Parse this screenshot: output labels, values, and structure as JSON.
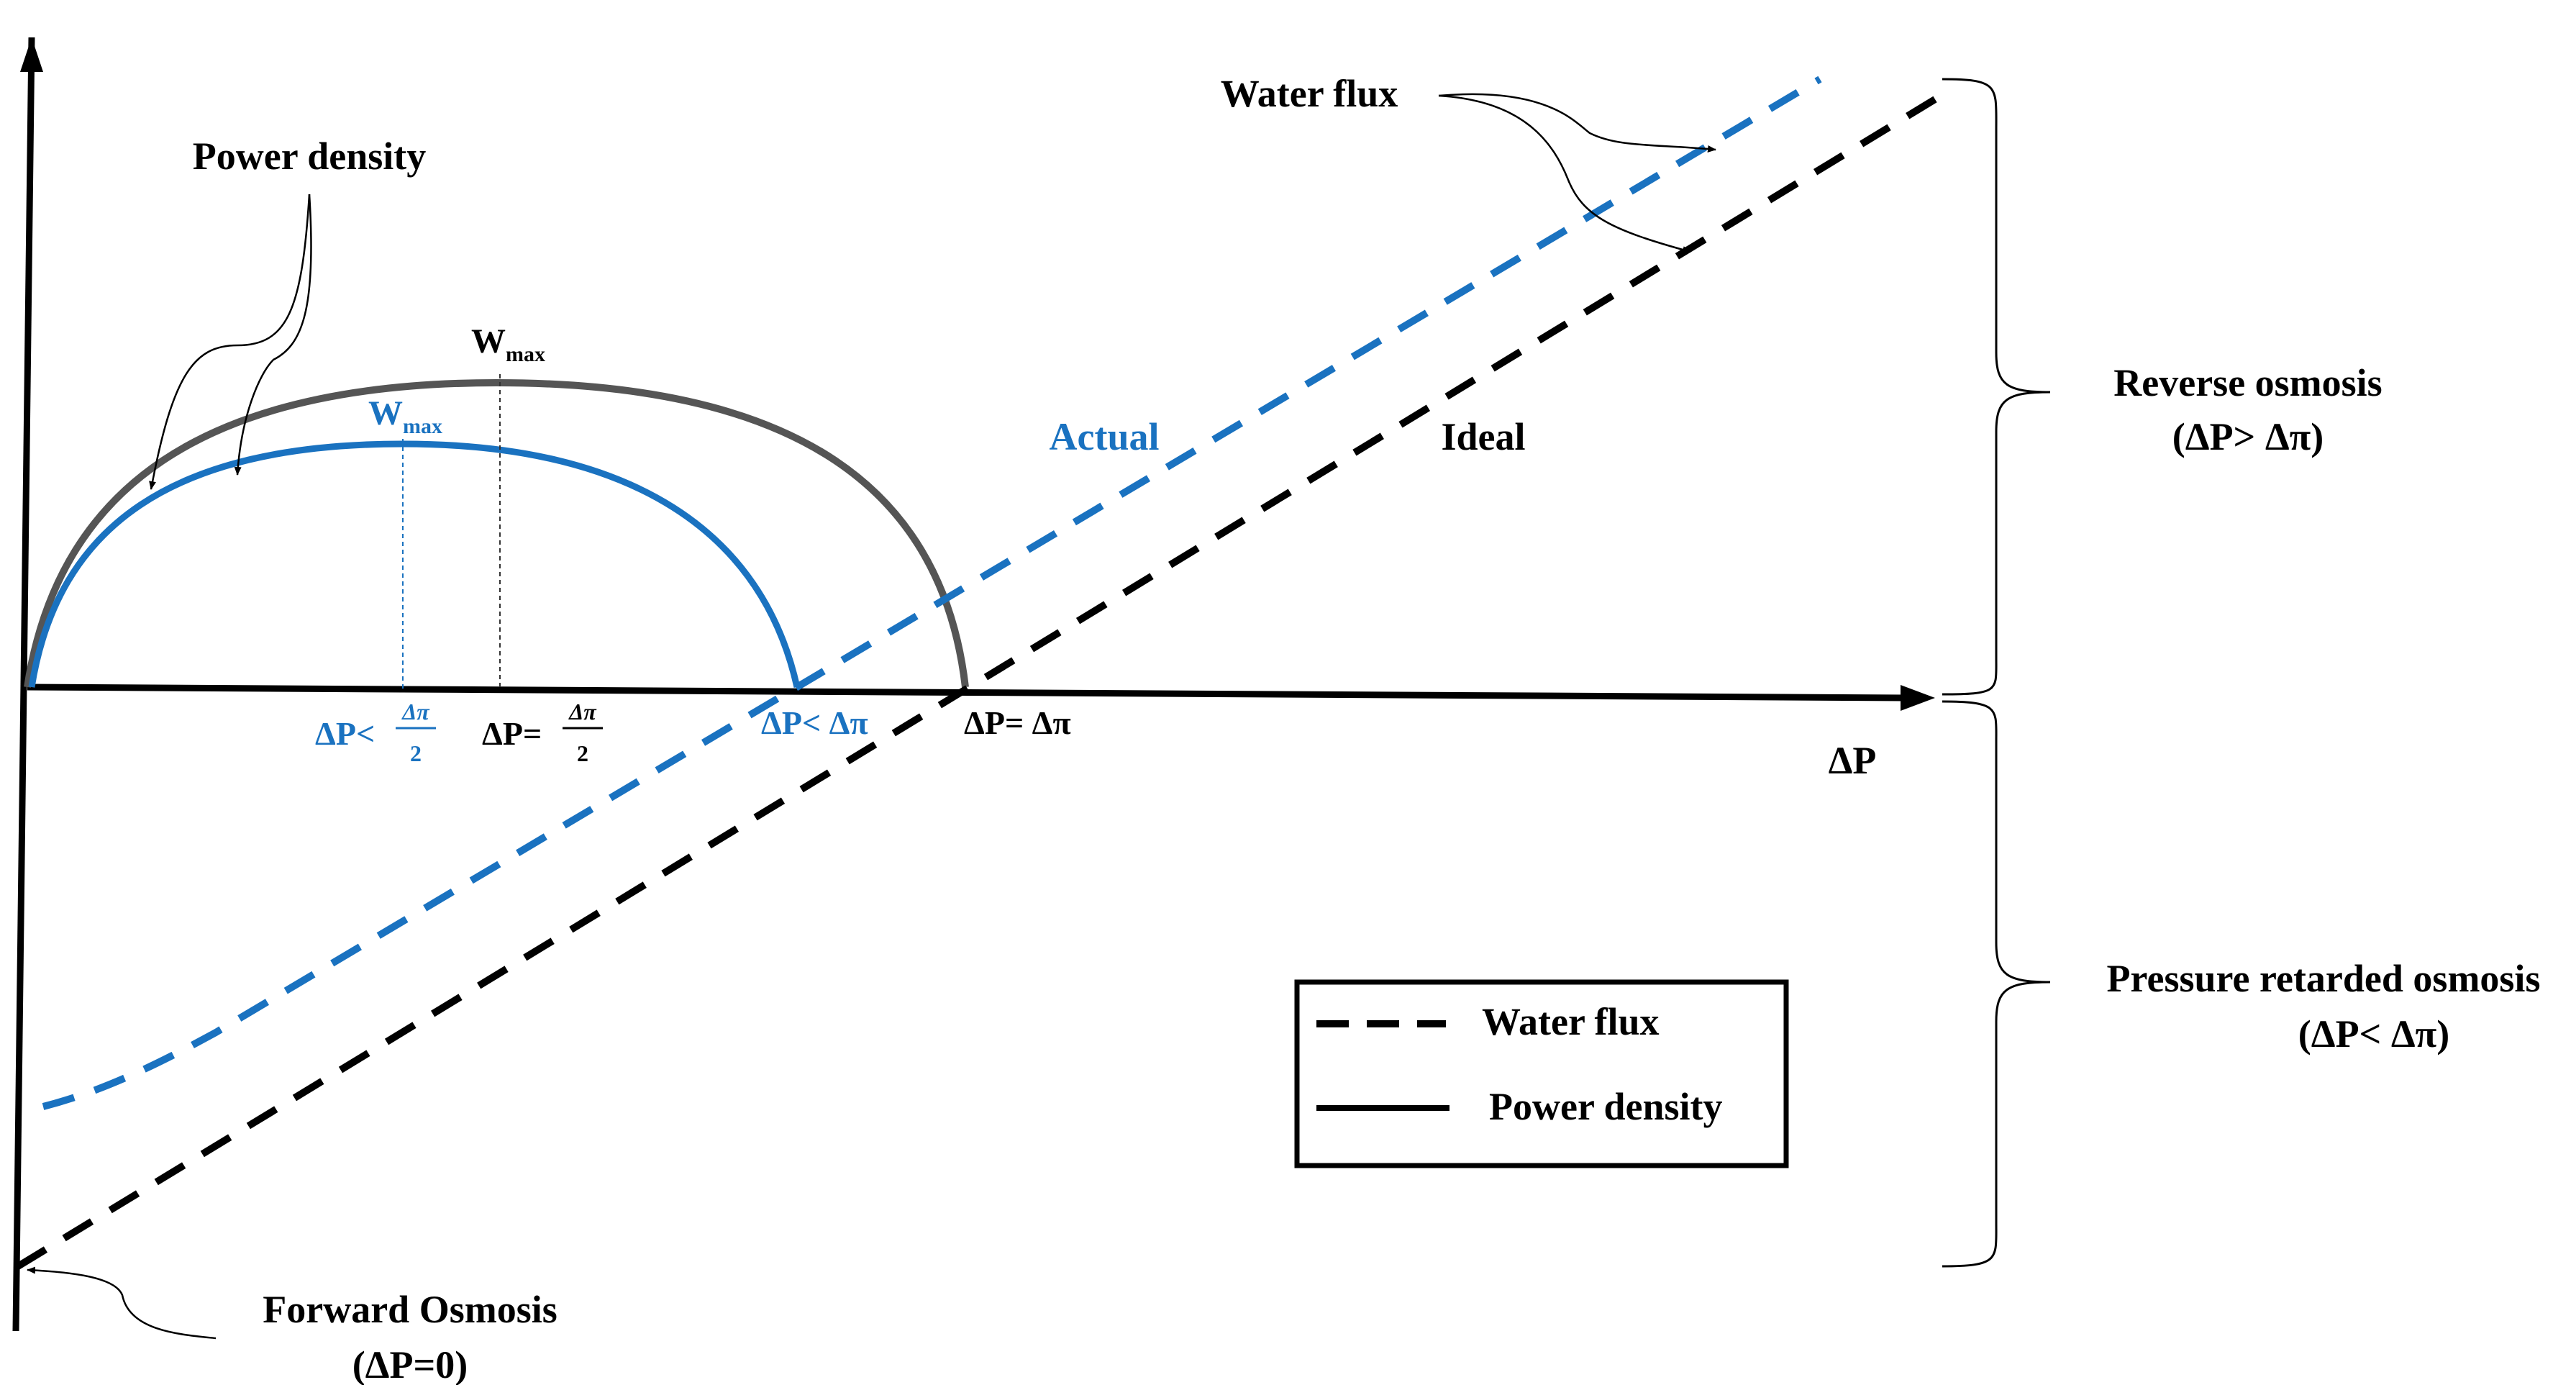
{
  "labels": {
    "water_flux": "Water flux",
    "power_density": "Power density",
    "wmax_ideal": "W",
    "wmax_actual": "W",
    "max_sub": "max",
    "actual": "Actual",
    "ideal": "Ideal",
    "reverse_osmosis": "Reverse osmosis",
    "reverse_osmosis_cond": "(ΔP> Δπ)",
    "pressure_retarded": "Pressure retarded osmosis",
    "pressure_retarded_cond": "(ΔP< Δπ)",
    "forward_osmosis": "Forward Osmosis",
    "forward_osmosis_cond": "(ΔP=0)",
    "axis_x": "ΔP",
    "tick_actual_half_prefix": "ΔP<",
    "tick_ideal_half_prefix": "ΔP=",
    "frac_num": "Δπ",
    "frac_den": "2",
    "tick_actual_zero": "ΔP< Δπ",
    "tick_ideal_zero": "ΔP= Δπ"
  },
  "legend": {
    "items": [
      {
        "style": "dashed",
        "label": "Water flux"
      },
      {
        "style": "solid",
        "label": "Power density"
      }
    ]
  },
  "colors": {
    "ideal_curve": "#555555",
    "actual": "#1a72c0",
    "black": "#000000"
  }
}
